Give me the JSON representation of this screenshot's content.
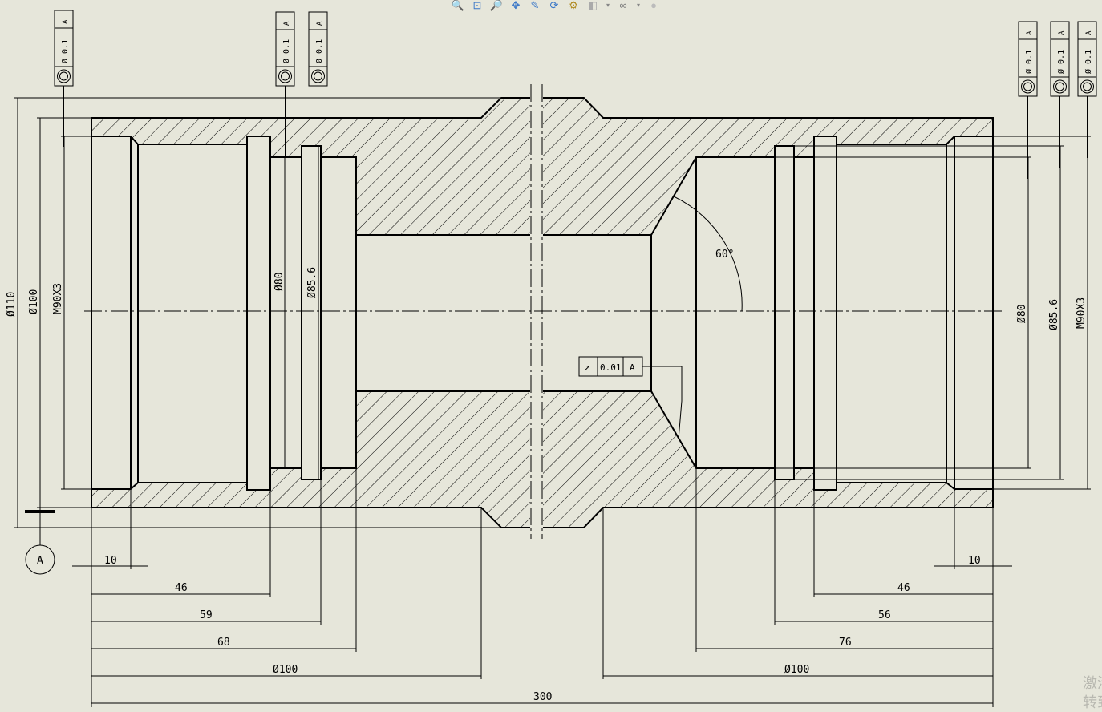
{
  "toolbar": {
    "icons": [
      "zoom-to-fit-icon",
      "zoom-to-area-icon",
      "zoom-in-out-icon",
      "pan-icon",
      "rotate-icon",
      "refresh-icon",
      "display-style-icon",
      "view-orientation-icon",
      "hide-show-icon",
      "appearance-icon"
    ],
    "glyphs": [
      "🔍",
      "⊡",
      "🔎",
      "✥",
      "✎",
      "⟳",
      "⚙",
      "◧",
      "▾",
      "∞",
      "▾",
      "●"
    ]
  },
  "drawing": {
    "dims_bottom": {
      "d10_left": "10",
      "d46_left": "46",
      "d59": "59",
      "d68": "68",
      "d100_left": "Ø100",
      "d300": "300",
      "d10_right": "10",
      "d46_right": "46",
      "d56": "56",
      "d76": "76",
      "d100_right": "Ø100"
    },
    "dims_vertical": {
      "d110": "Ø110",
      "d100": "Ø100",
      "m90_left": "M90X3",
      "d80_left": "Ø80",
      "d856_left": "Ø85.6",
      "d80_right": "Ø80",
      "d856_right": "Ø85.6",
      "m90_right": "M90X3"
    },
    "angle": "60°",
    "datum": "A",
    "runout_frame": {
      "symbol": "↗",
      "tolerance": "0.01",
      "datum": "A"
    },
    "coaxiality_frame": {
      "tolerance": "Ø 0.1",
      "datum": "A"
    }
  },
  "watermark": {
    "line1": "激活",
    "line2": "转到"
  }
}
